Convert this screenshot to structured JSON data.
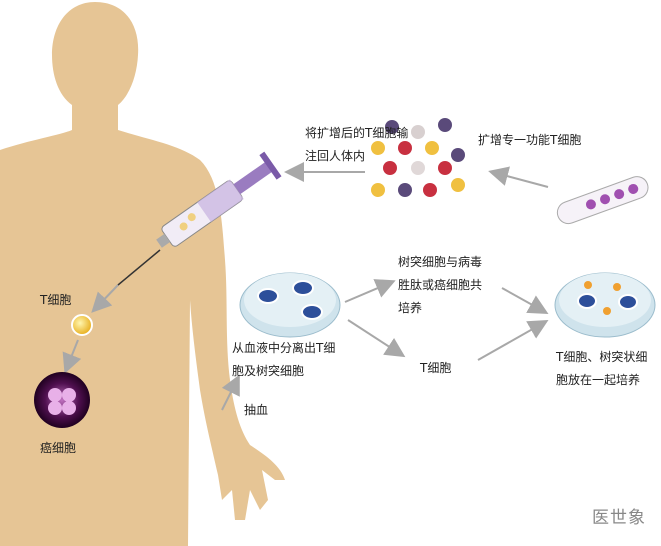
{
  "labels": {
    "reinfuse_line1": "将扩增后的T细胞输",
    "reinfuse_line2": "注回人体内",
    "expand": "扩增专一功能T细胞",
    "coculture_line1": "树突细胞与病毒",
    "coculture_line2": "胜肽或癌细胞共",
    "coculture_line3": "培养",
    "isolate_line1": "从血液中分离出T细",
    "isolate_line2": "胞及树突细胞",
    "draw_blood": "抽血",
    "t_cell_mid": "T细胞",
    "culture_together_line1": "T细胞、树突状细",
    "culture_together_line2": "胞放在一起培养",
    "t_cell_body": "T细胞",
    "cancer_cell": "癌细胞"
  },
  "watermark": "医世象",
  "colors": {
    "body": "#e6c595",
    "arrow": "#a8a8a8",
    "dish": "#cfe3ec",
    "cell_blue": "#2d4f9a",
    "syringe_plunger": "#9a7cc0"
  }
}
